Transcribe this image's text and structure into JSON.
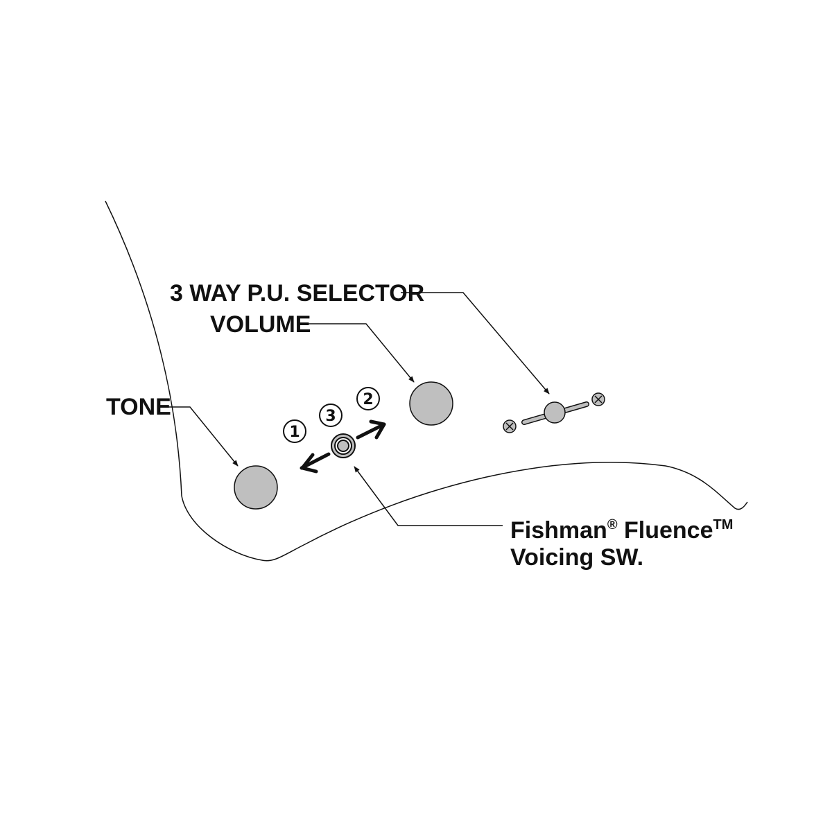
{
  "labels": {
    "selector": "3 WAY P.U. SELECTOR",
    "volume": "VOLUME",
    "tone": "TONE",
    "fishman_line1_a": "Fishman",
    "fishman_line1_reg": "®",
    "fishman_line1_b": " Fluence",
    "fishman_line1_tm": "TM",
    "fishman_line2": "Voicing SW."
  },
  "positions": {
    "one": "1",
    "two": "2",
    "three": "3"
  },
  "colors": {
    "knob_fill": "#bfbfbf",
    "line": "#111111",
    "background": "#ffffff"
  }
}
